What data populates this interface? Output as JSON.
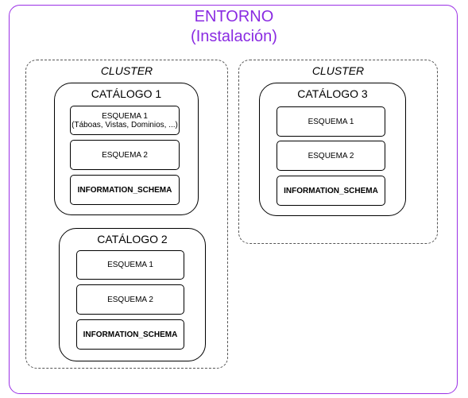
{
  "environment": {
    "title": "ENTORNO",
    "subtitle": "(Instalación)"
  },
  "clusters": [
    {
      "label": "CLUSTER",
      "catalogs": [
        {
          "label": "CATÁLOGO 1",
          "schemas": [
            {
              "name": "ESQUEMA 1",
              "detail": "(Táboas, Vistas, Dominios, ...)"
            },
            {
              "name": "ESQUEMA 2"
            },
            {
              "name": "INFORMATION_SCHEMA"
            }
          ]
        },
        {
          "label": "CATÁLOGO 2",
          "schemas": [
            {
              "name": "ESQUEMA 1"
            },
            {
              "name": "ESQUEMA 2"
            },
            {
              "name": "INFORMATION_SCHEMA"
            }
          ]
        }
      ]
    },
    {
      "label": "CLUSTER",
      "catalogs": [
        {
          "label": "CATÁLOGO 3",
          "schemas": [
            {
              "name": "ESQUEMA 1"
            },
            {
              "name": "ESQUEMA 2"
            },
            {
              "name": "INFORMATION_SCHEMA"
            }
          ]
        }
      ]
    }
  ]
}
